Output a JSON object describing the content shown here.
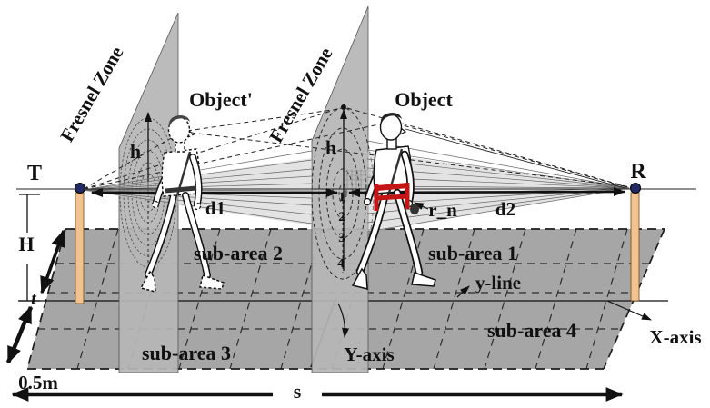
{
  "figure": {
    "fresnel_zone_label": "Fresnel Zone",
    "transmitter": "T",
    "receiver": "R",
    "object_left": "Object'",
    "object_right": "Object",
    "h_label": "h",
    "zone_numbers": [
      "1",
      "2",
      "3",
      "4"
    ],
    "measurements": {
      "antenna_height": "H",
      "t": "t",
      "d1": "d1",
      "d2": "d2",
      "radius": "r_n",
      "span": "s",
      "grid_size": "0.5m"
    },
    "areas": {
      "sub1": "sub-area 1",
      "sub2": "sub-area 2",
      "sub3": "sub-area 3",
      "sub4": "sub-area 4"
    },
    "axes": {
      "x_axis": "X-axis",
      "y_axis": "Y-axis",
      "y_line": "y-line"
    },
    "colors": {
      "floor": "#a6a6a6",
      "plane": "#b6b6b6",
      "post": "#f2c38e",
      "node": "#232a63",
      "marker_red": "#c41616"
    }
  }
}
